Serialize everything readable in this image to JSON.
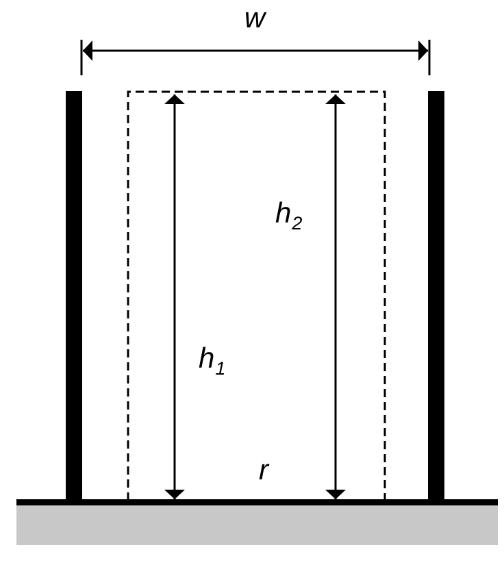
{
  "labels": {
    "width": "w",
    "height1_base": "h",
    "height1_sub": "1",
    "height2_base": "h",
    "height2_sub": "2",
    "r": "r"
  },
  "colors": {
    "line": "#000000",
    "ground": "#c8c8c8",
    "background": "#ffffff"
  }
}
